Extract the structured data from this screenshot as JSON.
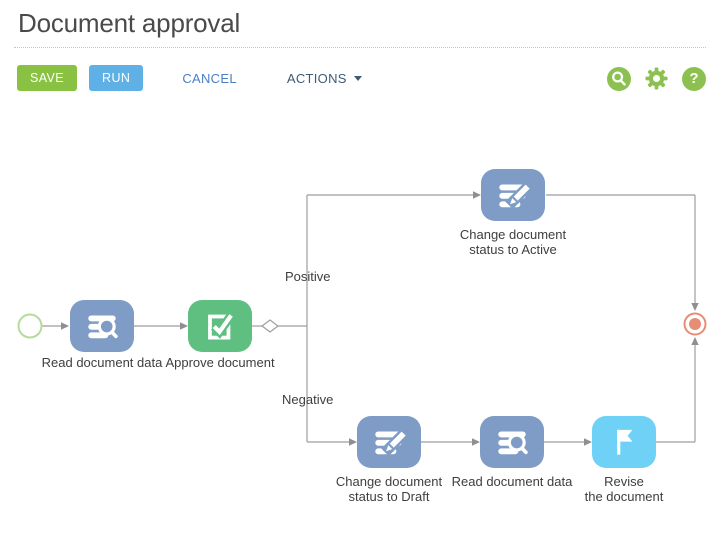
{
  "header": {
    "title": "Document approval"
  },
  "toolbar": {
    "save": "SAVE",
    "run": "RUN",
    "cancel": "CANCEL",
    "actions": "ACTIONS"
  },
  "utility": {
    "search_icon": "magnifier",
    "settings_icon": "gear",
    "help_glyph": "?"
  },
  "colors": {
    "save_button": "#89c143",
    "run_button": "#5eb0e5",
    "utility_green": "#8cc152",
    "task_blue": "#7e9cc5",
    "task_green": "#5ebf80",
    "task_cyan": "#6fd1f6",
    "start_event_stroke": "#b4db9c",
    "end_event": "#e78d76",
    "connector_gray": "#9e9e9e",
    "label_text": "#3e3e3e"
  },
  "diagram": {
    "branch_labels": {
      "positive": "Positive",
      "negative": "Negative"
    },
    "nodes": [
      {
        "id": "start-event",
        "type": "start"
      },
      {
        "id": "read-document-data-1",
        "label": "Read document data",
        "icon": "read-data-icon",
        "color": "#7e9cc5"
      },
      {
        "id": "approve-document",
        "label": "Approve document",
        "icon": "approve-task-icon",
        "color": "#5ebf80"
      },
      {
        "id": "change-status-active",
        "label": "Change document\nstatus to Active",
        "icon": "edit-data-icon",
        "color": "#7e9cc5"
      },
      {
        "id": "change-status-draft",
        "label": "Change document\nstatus to Draft",
        "icon": "edit-data-icon",
        "color": "#7e9cc5"
      },
      {
        "id": "read-document-data-2",
        "label": "Read document data",
        "icon": "read-data-icon",
        "color": "#7e9cc5"
      },
      {
        "id": "revise-document",
        "label": "Revise\nthe document",
        "icon": "flag-icon",
        "color": "#6fd1f6"
      },
      {
        "id": "end-event",
        "type": "end"
      }
    ]
  }
}
